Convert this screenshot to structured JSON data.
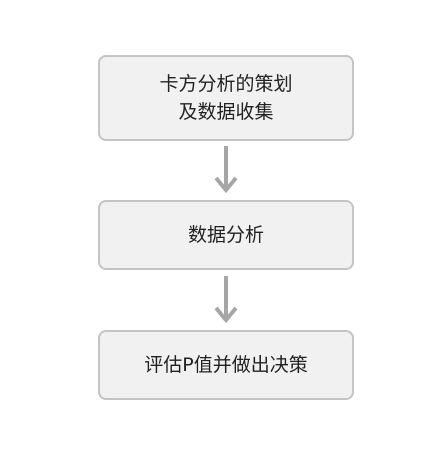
{
  "flowchart": {
    "steps": [
      {
        "lines": [
          "卡方分析的策划",
          "及数据收集"
        ]
      },
      {
        "lines": [
          "数据分析"
        ]
      },
      {
        "lines": [
          "评估P值并做出决策"
        ]
      }
    ],
    "colors": {
      "box_fill": "#f1f1f1",
      "box_border": "#c4c4c4",
      "arrow": "#a6a6a6",
      "text": "#222222"
    }
  }
}
